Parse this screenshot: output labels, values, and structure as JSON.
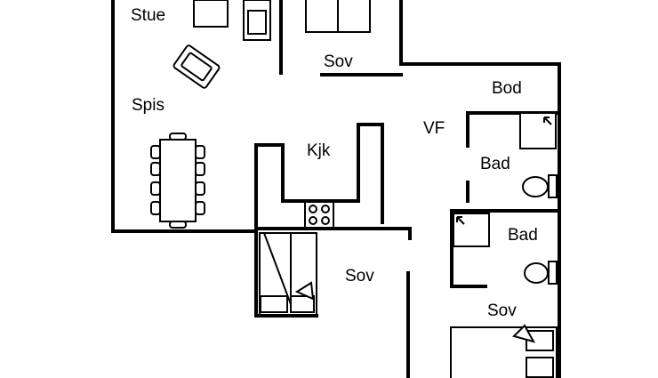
{
  "rooms": {
    "stue": "Stue",
    "spis": "Spis",
    "sov_top": "Sov",
    "bod": "Bod",
    "vf": "VF",
    "kjk": "Kjk",
    "bad_upper": "Bad",
    "bad_lower": "Bad",
    "sov_middle": "Sov",
    "sov_bottom": "Sov"
  },
  "icons": {
    "sofa": "sofa-icon",
    "armchair": "armchair-icon",
    "dining_table": "dining-table-icon",
    "bed": "bed-icon",
    "stove": "stove-icon",
    "toilet": "toilet-icon",
    "shower": "shower-icon",
    "closet": "closet-icon"
  }
}
